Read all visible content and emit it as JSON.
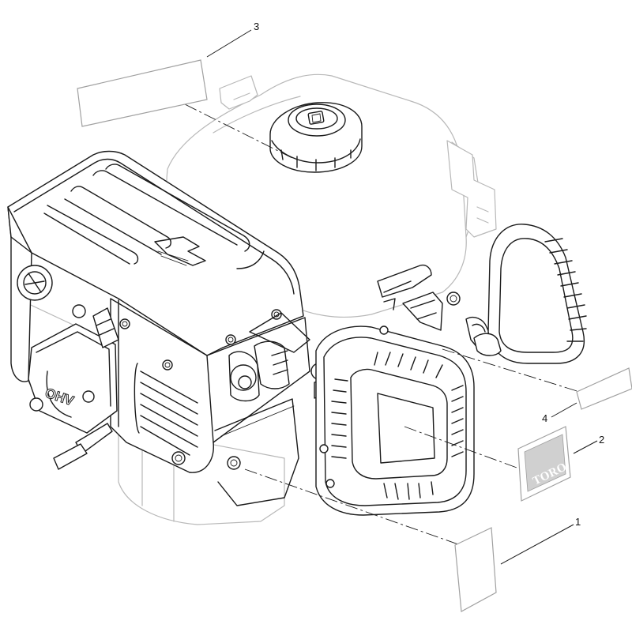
{
  "callouts": [
    {
      "number": "1"
    },
    {
      "number": "2"
    },
    {
      "number": "3"
    },
    {
      "number": "4"
    }
  ],
  "decals": {
    "brand_logo": "TORO",
    "valve_cover": "OHV"
  },
  "icons": [
    "engine-drawing",
    "fuel-cap",
    "recoil-starter-handle",
    "recoil-starter-cover",
    "air-cleaner",
    "muffler"
  ],
  "colors": {
    "line": "#1a1a1a",
    "ghost": "#b8b8b8",
    "decal_outline": "#a0a0a0",
    "logo_bg": "#d0d0d0"
  }
}
